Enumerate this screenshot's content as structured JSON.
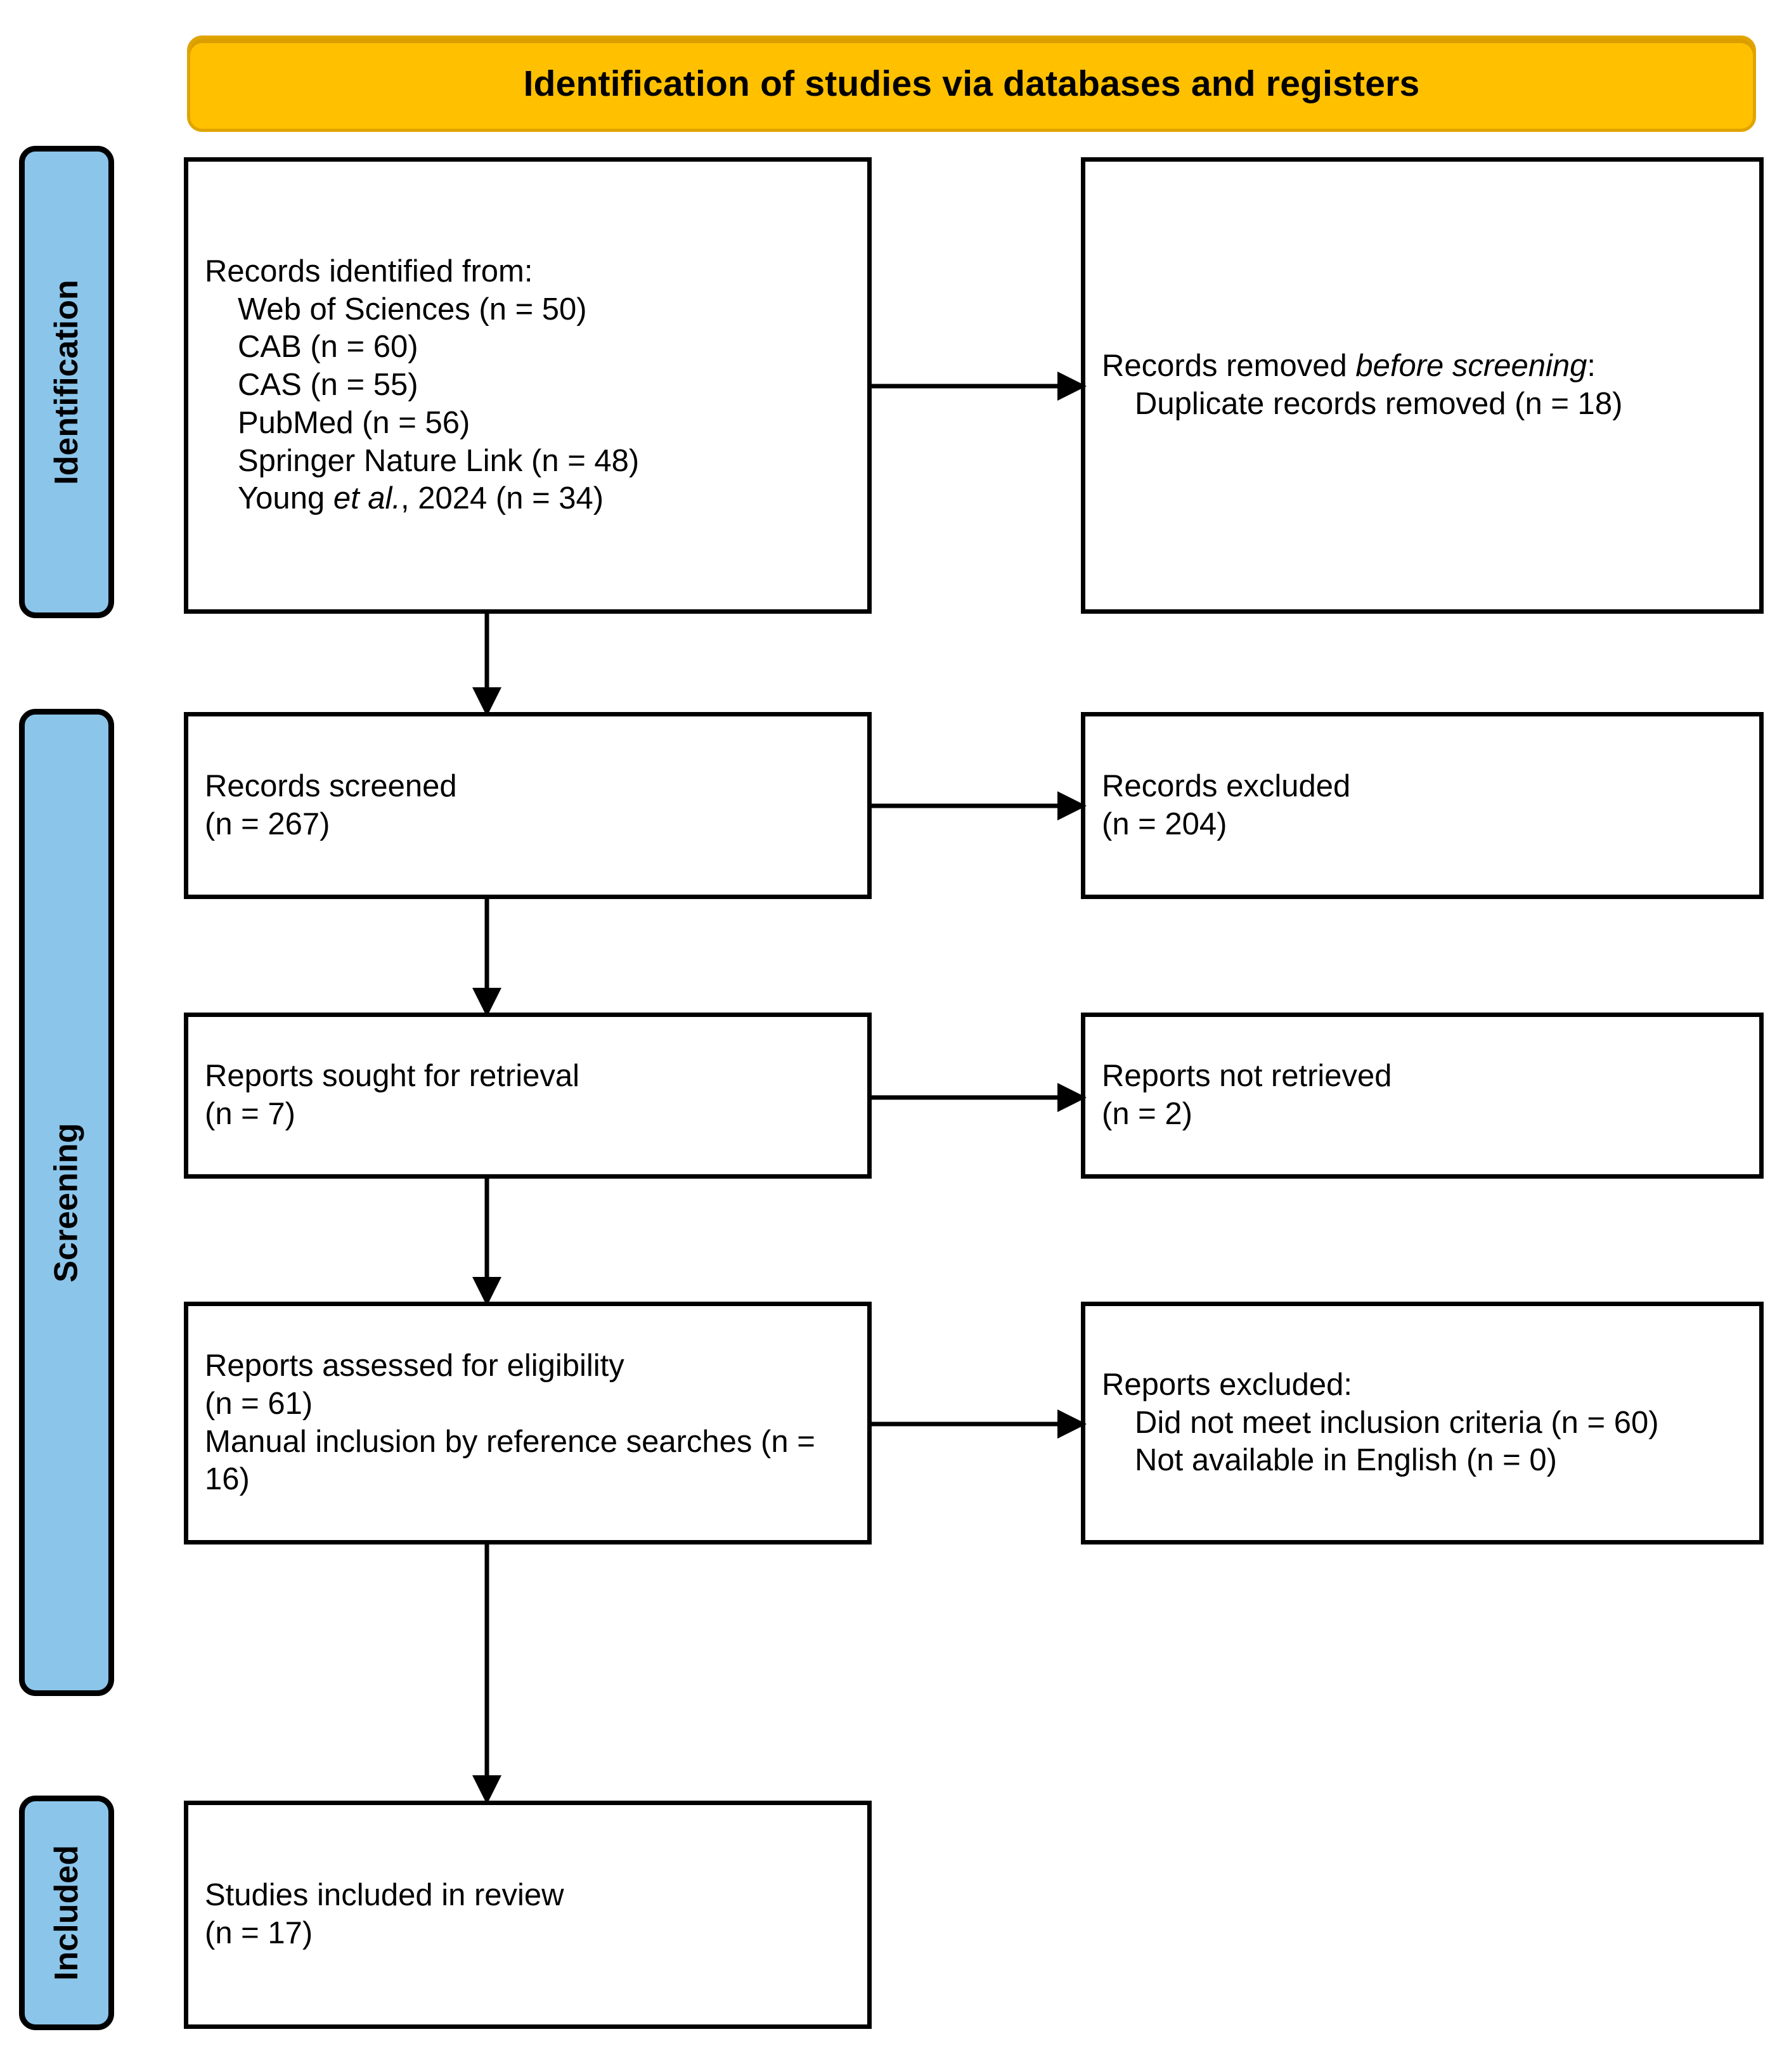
{
  "banner": {
    "label": "Identification of studies via databases and registers"
  },
  "stages": [
    {
      "id": "identification",
      "label": "Identification"
    },
    {
      "id": "screening",
      "label": "Screening"
    },
    {
      "id": "included",
      "label": "Included"
    }
  ],
  "colors": {
    "banner_fill": "#FFC000",
    "banner_border": "#E0A400",
    "stage_chip_fill": "#8CC5EA",
    "box_border": "#000000",
    "box_fill": "#FFFFFF",
    "text": "#000000"
  },
  "boxes": {
    "identified": {
      "title": "Records identified from:",
      "sources": [
        {
          "name": "Web of Sciences",
          "n": 50,
          "line": "Web of Sciences (n = 50)"
        },
        {
          "name": "CAB",
          "n": 60,
          "line": "CAB (n = 60)"
        },
        {
          "name": "CAS",
          "n": 55,
          "line": "CAS (n = 55)"
        },
        {
          "name": "PubMed",
          "n": 56,
          "line": "PubMed (n = 56)"
        },
        {
          "name": "Springer Nature Link",
          "n": 48,
          "line": "Springer Nature Link (n = 48)"
        },
        {
          "name": "Young et al., 2024",
          "n": 34,
          "line": "Young et al., 2024 (n = 34)"
        }
      ]
    },
    "removed_before_screening": {
      "title_plain_1": "Records removed ",
      "title_italic": "before screening",
      "title_plain_2": ":",
      "items": [
        {
          "label": "Duplicate records removed",
          "n": 18,
          "line": "Duplicate records removed (n = 18)"
        }
      ]
    },
    "screened": {
      "label": "Records screened",
      "n": 267,
      "count_line": "(n = 267)"
    },
    "excluded_records": {
      "label": "Records excluded",
      "n": 204,
      "count_line": "(n = 204)"
    },
    "sought": {
      "label": "Reports sought for retrieval",
      "n": 7,
      "count_line": "(n = 7)"
    },
    "not_retrieved": {
      "label": "Reports not retrieved",
      "n": 2,
      "count_line": "(n = 2)"
    },
    "eligibility": {
      "label": "Reports assessed for eligibility",
      "n": 61,
      "count_line": "(n = 61)",
      "manual_label": "Manual inclusion by reference searches",
      "manual_n": 16,
      "manual_line": "Manual inclusion by reference searches (n = 16)"
    },
    "excluded_reports": {
      "title": "Reports excluded:",
      "items": [
        {
          "label": "Did not meet inclusion criteria",
          "n": 60,
          "line": "Did not meet inclusion criteria (n = 60)"
        },
        {
          "label": "Not available in English",
          "n": 0,
          "line": "Not available in English (n = 0)"
        }
      ]
    },
    "included_studies": {
      "label": "Studies included in review",
      "n": 17,
      "count_line": "(n = 17)"
    }
  }
}
